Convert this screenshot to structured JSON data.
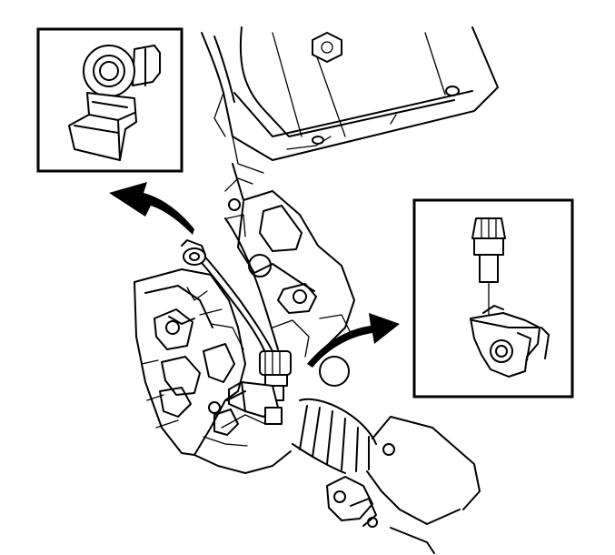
{
  "figure": {
    "background_color": "#ffffff",
    "line_color": "#000000",
    "insets": [
      {
        "name": "inset-left",
        "icon": "bracket-grommet-detail"
      },
      {
        "name": "inset-right",
        "icon": "connector-pin-detail"
      }
    ],
    "arrows": [
      {
        "name": "arrow-to-left-inset",
        "direction": "up-left"
      },
      {
        "name": "arrow-to-right-inset",
        "direction": "right"
      }
    ]
  }
}
